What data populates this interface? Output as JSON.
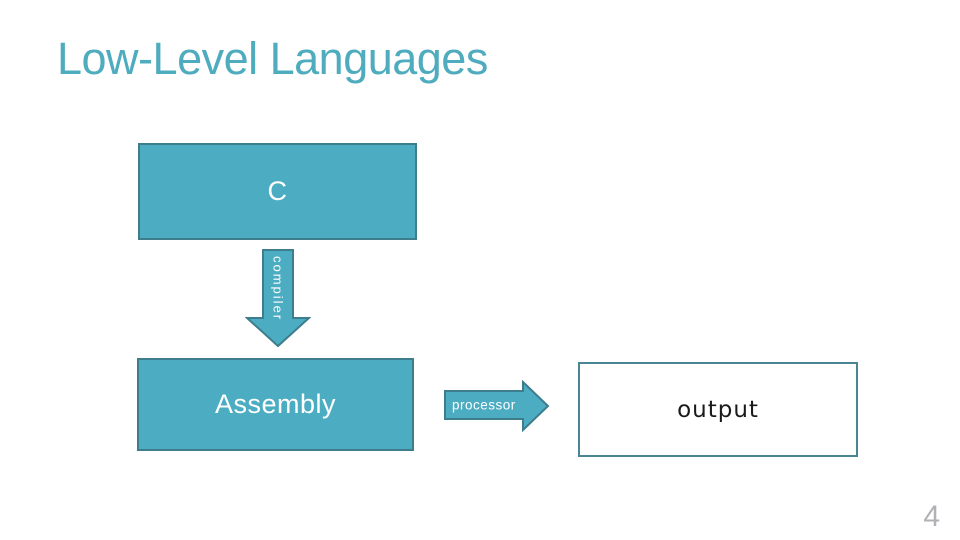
{
  "slide": {
    "title": "Low-Level Languages",
    "page_number": "4"
  },
  "diagram": {
    "boxes": {
      "c": {
        "label": "C"
      },
      "assembly": {
        "label": "Assembly"
      },
      "output": {
        "label": "output"
      }
    },
    "arrows": {
      "compiler": {
        "label": "compiler",
        "direction": "down"
      },
      "processor": {
        "label": "processor",
        "direction": "right"
      }
    }
  },
  "colors": {
    "shape_fill": "#4CADC2",
    "shape_border": "#3E7D8C",
    "title_text": "#4EACBE",
    "output_border": "#4A8593",
    "shape_label_text": "#FFFFFF",
    "output_text": "#1A1A1A",
    "page_number": "#B0B0B5"
  }
}
